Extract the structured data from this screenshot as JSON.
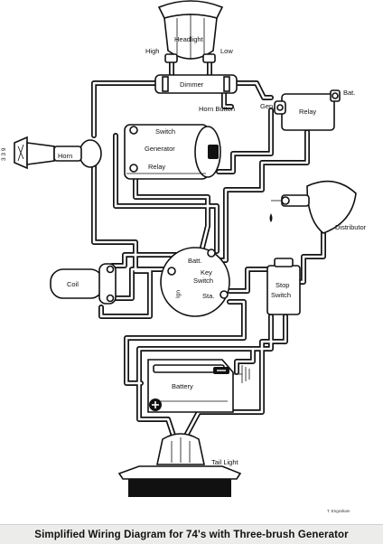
{
  "caption": "Simplified Wiring Diagram for 74's with Three-brush Generator",
  "credit": "T. Engraham",
  "side_digits": "3 3 9",
  "labels": {
    "headlight": "Headlight",
    "high": "High",
    "low": "Low",
    "dimmer": "Dimmer",
    "horn_button": "Horn Button",
    "gen": "Gen.",
    "bat": "Bat.",
    "relay": "Relay",
    "switch": "Switch",
    "generator": "Generator",
    "gen_relay": "Relay",
    "horn": "Horn",
    "distributor": "Distributor",
    "batt": "Batt.",
    "key_switch_1": "Key",
    "key_switch_2": "Switch",
    "ign": "Ign",
    "sta": "Sta.",
    "coil": "Coil",
    "stop_switch_1": "Stop",
    "stop_switch_2": "Switch",
    "battery": "Battery",
    "tail_light": "Tail Light"
  }
}
